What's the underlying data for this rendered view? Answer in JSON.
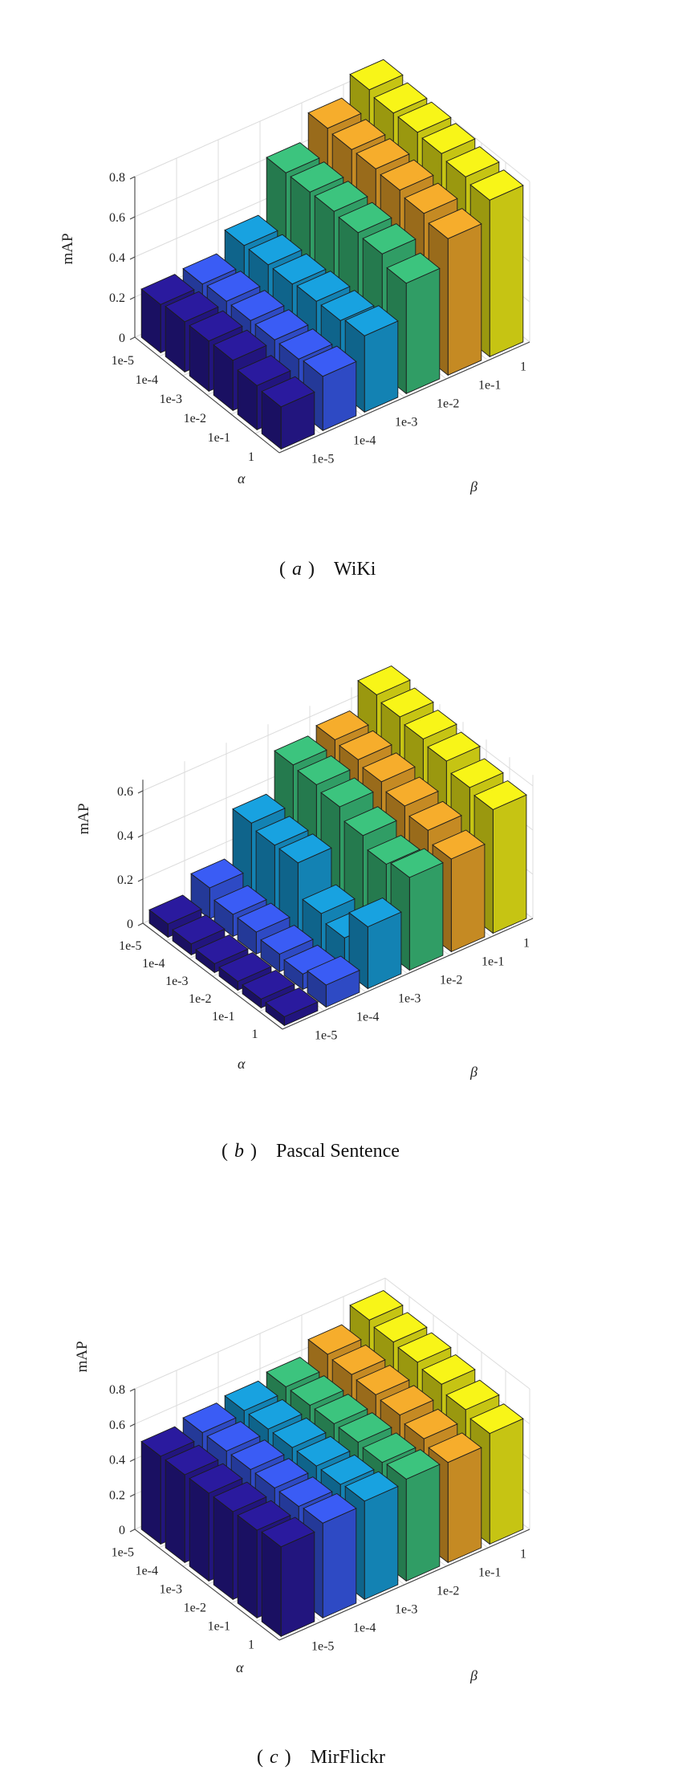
{
  "colors": {
    "palette": [
      "#2a1a9e",
      "#3a5cf5",
      "#18a2e0",
      "#3cc47e",
      "#f6ad2c",
      "#f8f518"
    ],
    "edge": "#1d1d1d"
  },
  "charts": [
    {
      "caption_label": "(a)",
      "caption_letter": "a",
      "caption_title": "WiKi"
    },
    {
      "caption_label": "(b)",
      "caption_letter": "b",
      "caption_title": "Pascal Sentence"
    },
    {
      "caption_label": "(c)",
      "caption_letter": "c",
      "caption_title": "MirFlickr"
    }
  ],
  "chart_data": [
    {
      "type": "bar3d",
      "title": "",
      "zlabel": "mAP",
      "xlabel": "α",
      "ylabel": "β",
      "alpha_ticks": [
        "1e-5",
        "1e-4",
        "1e-3",
        "1e-2",
        "1e-1",
        "1"
      ],
      "beta_ticks": [
        "1e-5",
        "1e-4",
        "1e-3",
        "1e-2",
        "1e-1",
        "1"
      ],
      "z_ticks": [
        "0",
        "0.2",
        "0.4",
        "0.6",
        "0.8"
      ],
      "zlim": [
        0,
        0.8
      ],
      "values_by_beta": [
        [
          0.24,
          0.25,
          0.25,
          0.25,
          0.22,
          0.21
        ],
        [
          0.25,
          0.26,
          0.26,
          0.26,
          0.26,
          0.27
        ],
        [
          0.35,
          0.35,
          0.35,
          0.36,
          0.36,
          0.38
        ],
        [
          0.62,
          0.62,
          0.62,
          0.61,
          0.6,
          0.55
        ],
        [
          0.75,
          0.74,
          0.74,
          0.73,
          0.71,
          0.68
        ],
        [
          0.85,
          0.83,
          0.83,
          0.82,
          0.8,
          0.78
        ]
      ]
    },
    {
      "type": "bar3d",
      "title": "",
      "zlabel": "mAP",
      "xlabel": "α",
      "ylabel": "β",
      "alpha_ticks": [
        "1e-5",
        "1e-4",
        "1e-3",
        "1e-2",
        "1e-1",
        "1"
      ],
      "beta_ticks": [
        "1e-5",
        "1e-4",
        "1e-3",
        "1e-2",
        "1e-1",
        "1"
      ],
      "z_ticks": [
        "0",
        "0.2",
        "0.4",
        "0.6"
      ],
      "zlim": [
        0,
        0.65
      ],
      "values_by_beta": [
        [
          0.06,
          0.05,
          0.04,
          0.04,
          0.04,
          0.04
        ],
        [
          0.14,
          0.1,
          0.1,
          0.08,
          0.07,
          0.1
        ],
        [
          0.35,
          0.33,
          0.33,
          0.18,
          0.15,
          0.28
        ],
        [
          0.53,
          0.52,
          0.5,
          0.45,
          0.4,
          0.42
        ],
        [
          0.56,
          0.55,
          0.53,
          0.5,
          0.47,
          0.42
        ],
        [
          0.68,
          0.66,
          0.64,
          0.62,
          0.58,
          0.56
        ]
      ]
    },
    {
      "type": "bar3d",
      "title": "",
      "zlabel": "mAP",
      "xlabel": "α",
      "ylabel": "β",
      "alpha_ticks": [
        "1e-5",
        "1e-4",
        "1e-3",
        "1e-2",
        "1e-1",
        "1"
      ],
      "beta_ticks": [
        "1e-5",
        "1e-4",
        "1e-3",
        "1e-2",
        "1e-1",
        "1"
      ],
      "z_ticks": [
        "0",
        "0.2",
        "0.4",
        "0.6",
        "0.8"
      ],
      "zlim": [
        0,
        0.8
      ],
      "values_by_beta": [
        [
          0.5,
          0.5,
          0.5,
          0.5,
          0.5,
          0.51
        ],
        [
          0.53,
          0.53,
          0.53,
          0.53,
          0.53,
          0.54
        ],
        [
          0.55,
          0.55,
          0.55,
          0.55,
          0.55,
          0.56
        ],
        [
          0.58,
          0.58,
          0.58,
          0.58,
          0.57,
          0.58
        ],
        [
          0.66,
          0.65,
          0.64,
          0.63,
          0.6,
          0.57
        ],
        [
          0.75,
          0.73,
          0.72,
          0.7,
          0.66,
          0.63
        ]
      ]
    }
  ]
}
